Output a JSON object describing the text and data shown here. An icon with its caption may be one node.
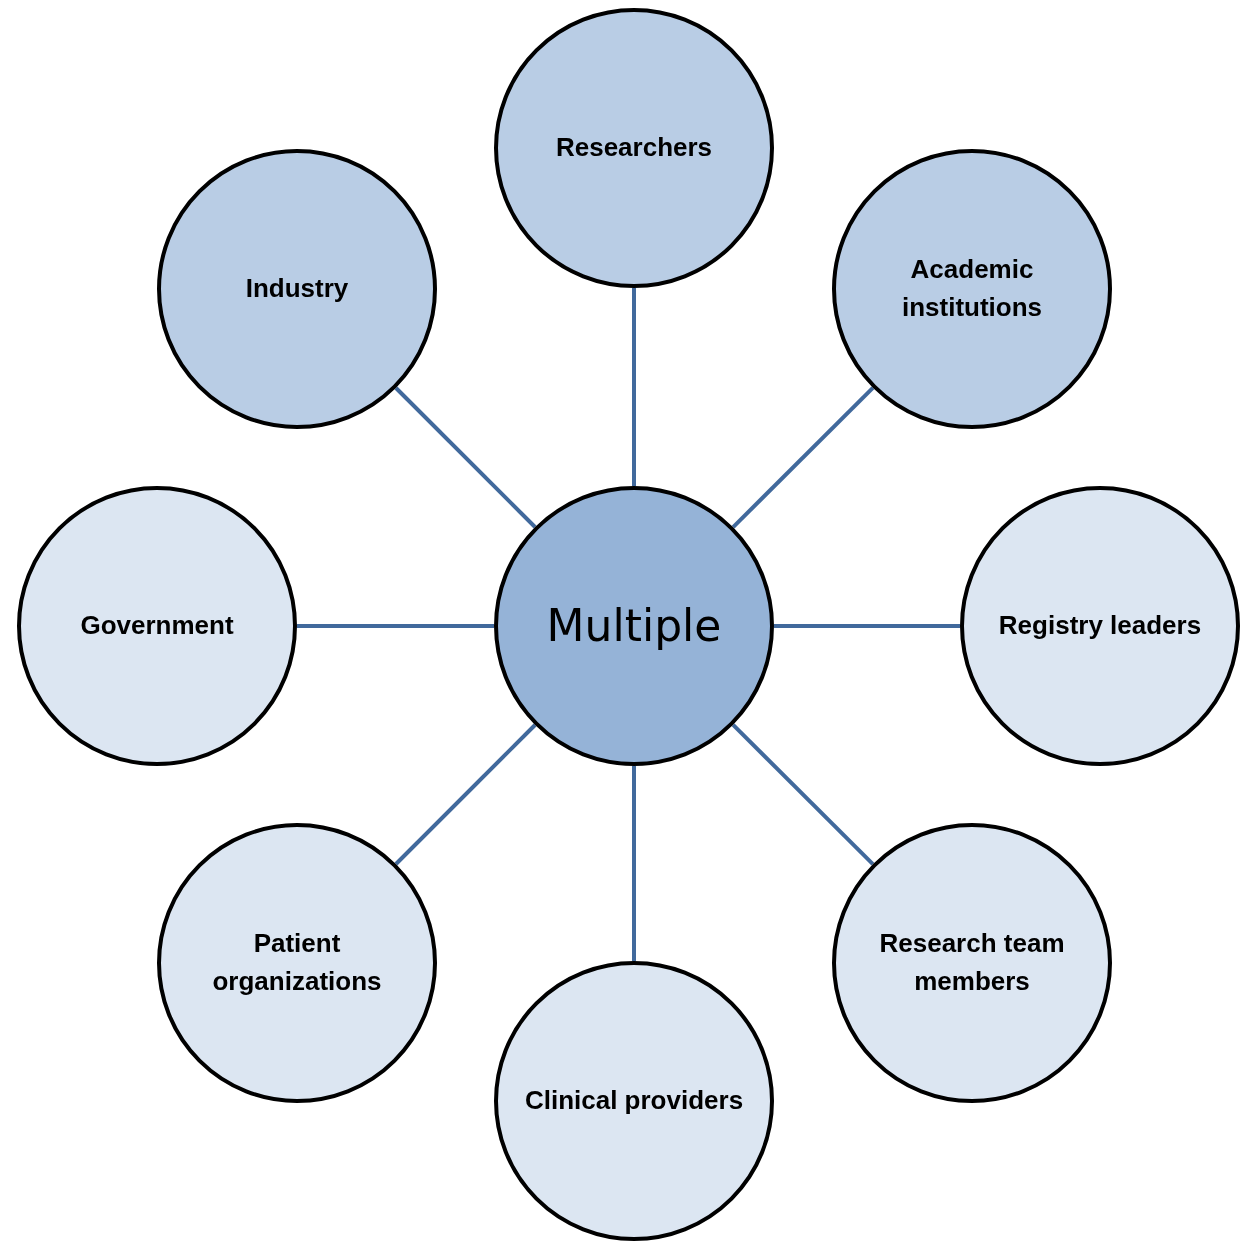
{
  "diagram": {
    "nodes": [
      {
        "text": [
          "Researchers"
        ]
      },
      {
        "text": [
          "Industry"
        ]
      },
      {
        "text": [
          "Academic institutions"
        ]
      },
      {
        "text": [
          "Government"
        ]
      },
      {
        "text": [
          "Multiple"
        ]
      },
      {
        "text": [
          "Registry leaders"
        ]
      },
      {
        "text": [
          "Patient organizations"
        ]
      },
      {
        "text": [
          "Research team members"
        ]
      },
      {
        "text": [
          "Clinical providers"
        ]
      }
    ],
    "edges": [
      {
        "from": 4,
        "to": 0,
        "arrow": "none"
      },
      {
        "from": 4,
        "to": 1,
        "arrow": "none"
      },
      {
        "from": 4,
        "to": 2,
        "arrow": "none"
      },
      {
        "from": 4,
        "to": 3,
        "arrow": "none"
      },
      {
        "from": 4,
        "to": 5,
        "arrow": "none"
      },
      {
        "from": 4,
        "to": 6,
        "arrow": "none"
      },
      {
        "from": 4,
        "to": 7,
        "arrow": "none"
      },
      {
        "from": 4,
        "to": 8,
        "arrow": "none"
      }
    ]
  }
}
